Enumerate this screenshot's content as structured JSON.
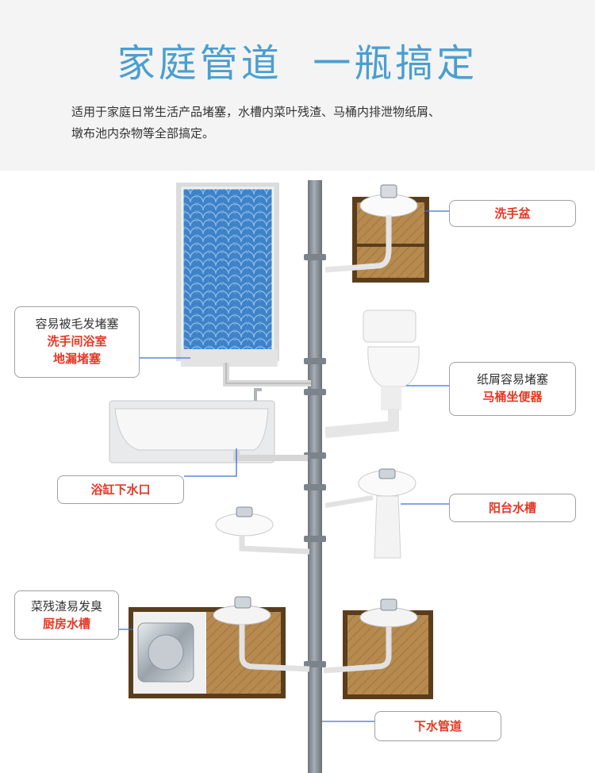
{
  "header": {
    "title": "家庭管道  一瓶搞定",
    "desc_line1": "适用于家庭日常生活产品堵塞，水槽内菜叶残渣、马桶内排泄物纸屑、",
    "desc_line2": "墩布池内杂物等全部搞定。"
  },
  "callouts": {
    "wash_basin": "洗手盆",
    "bathroom_note": "容易被毛发堵塞",
    "bathroom_floor_1": "洗手间浴室",
    "bathroom_floor_2": "地漏堵塞",
    "toilet_note": "纸屑容易堵塞",
    "toilet": "马桶坐便器",
    "bathtub": "浴缸下水口",
    "balcony_sink": "阳台水槽",
    "kitchen_note": "菜残渣易发臭",
    "kitchen_sink": "厨房水槽",
    "drain_pipe": "下水管道"
  },
  "colors": {
    "title": "#4a9fd0",
    "highlight": "#e53826",
    "leader_line": "#3a6fd8",
    "pipe": "#8a9199",
    "cabinet": "#b78a4f",
    "tile": "#3f82c8"
  }
}
